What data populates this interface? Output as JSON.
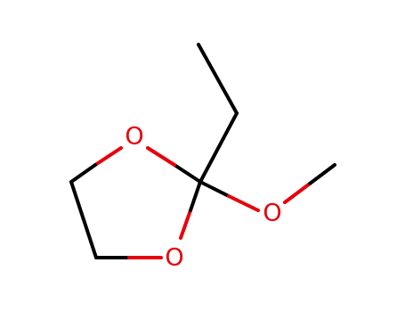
{
  "molecule": {
    "atoms": [
      {
        "id": "o_ring_top",
        "element": "O",
        "label": "O"
      },
      {
        "id": "o_ring_bottom",
        "element": "O",
        "label": "O"
      },
      {
        "id": "o_methoxy",
        "element": "O",
        "label": "O"
      }
    ],
    "colors": {
      "carbon_bond": "#000000",
      "oxygen": "#e8000b"
    }
  }
}
